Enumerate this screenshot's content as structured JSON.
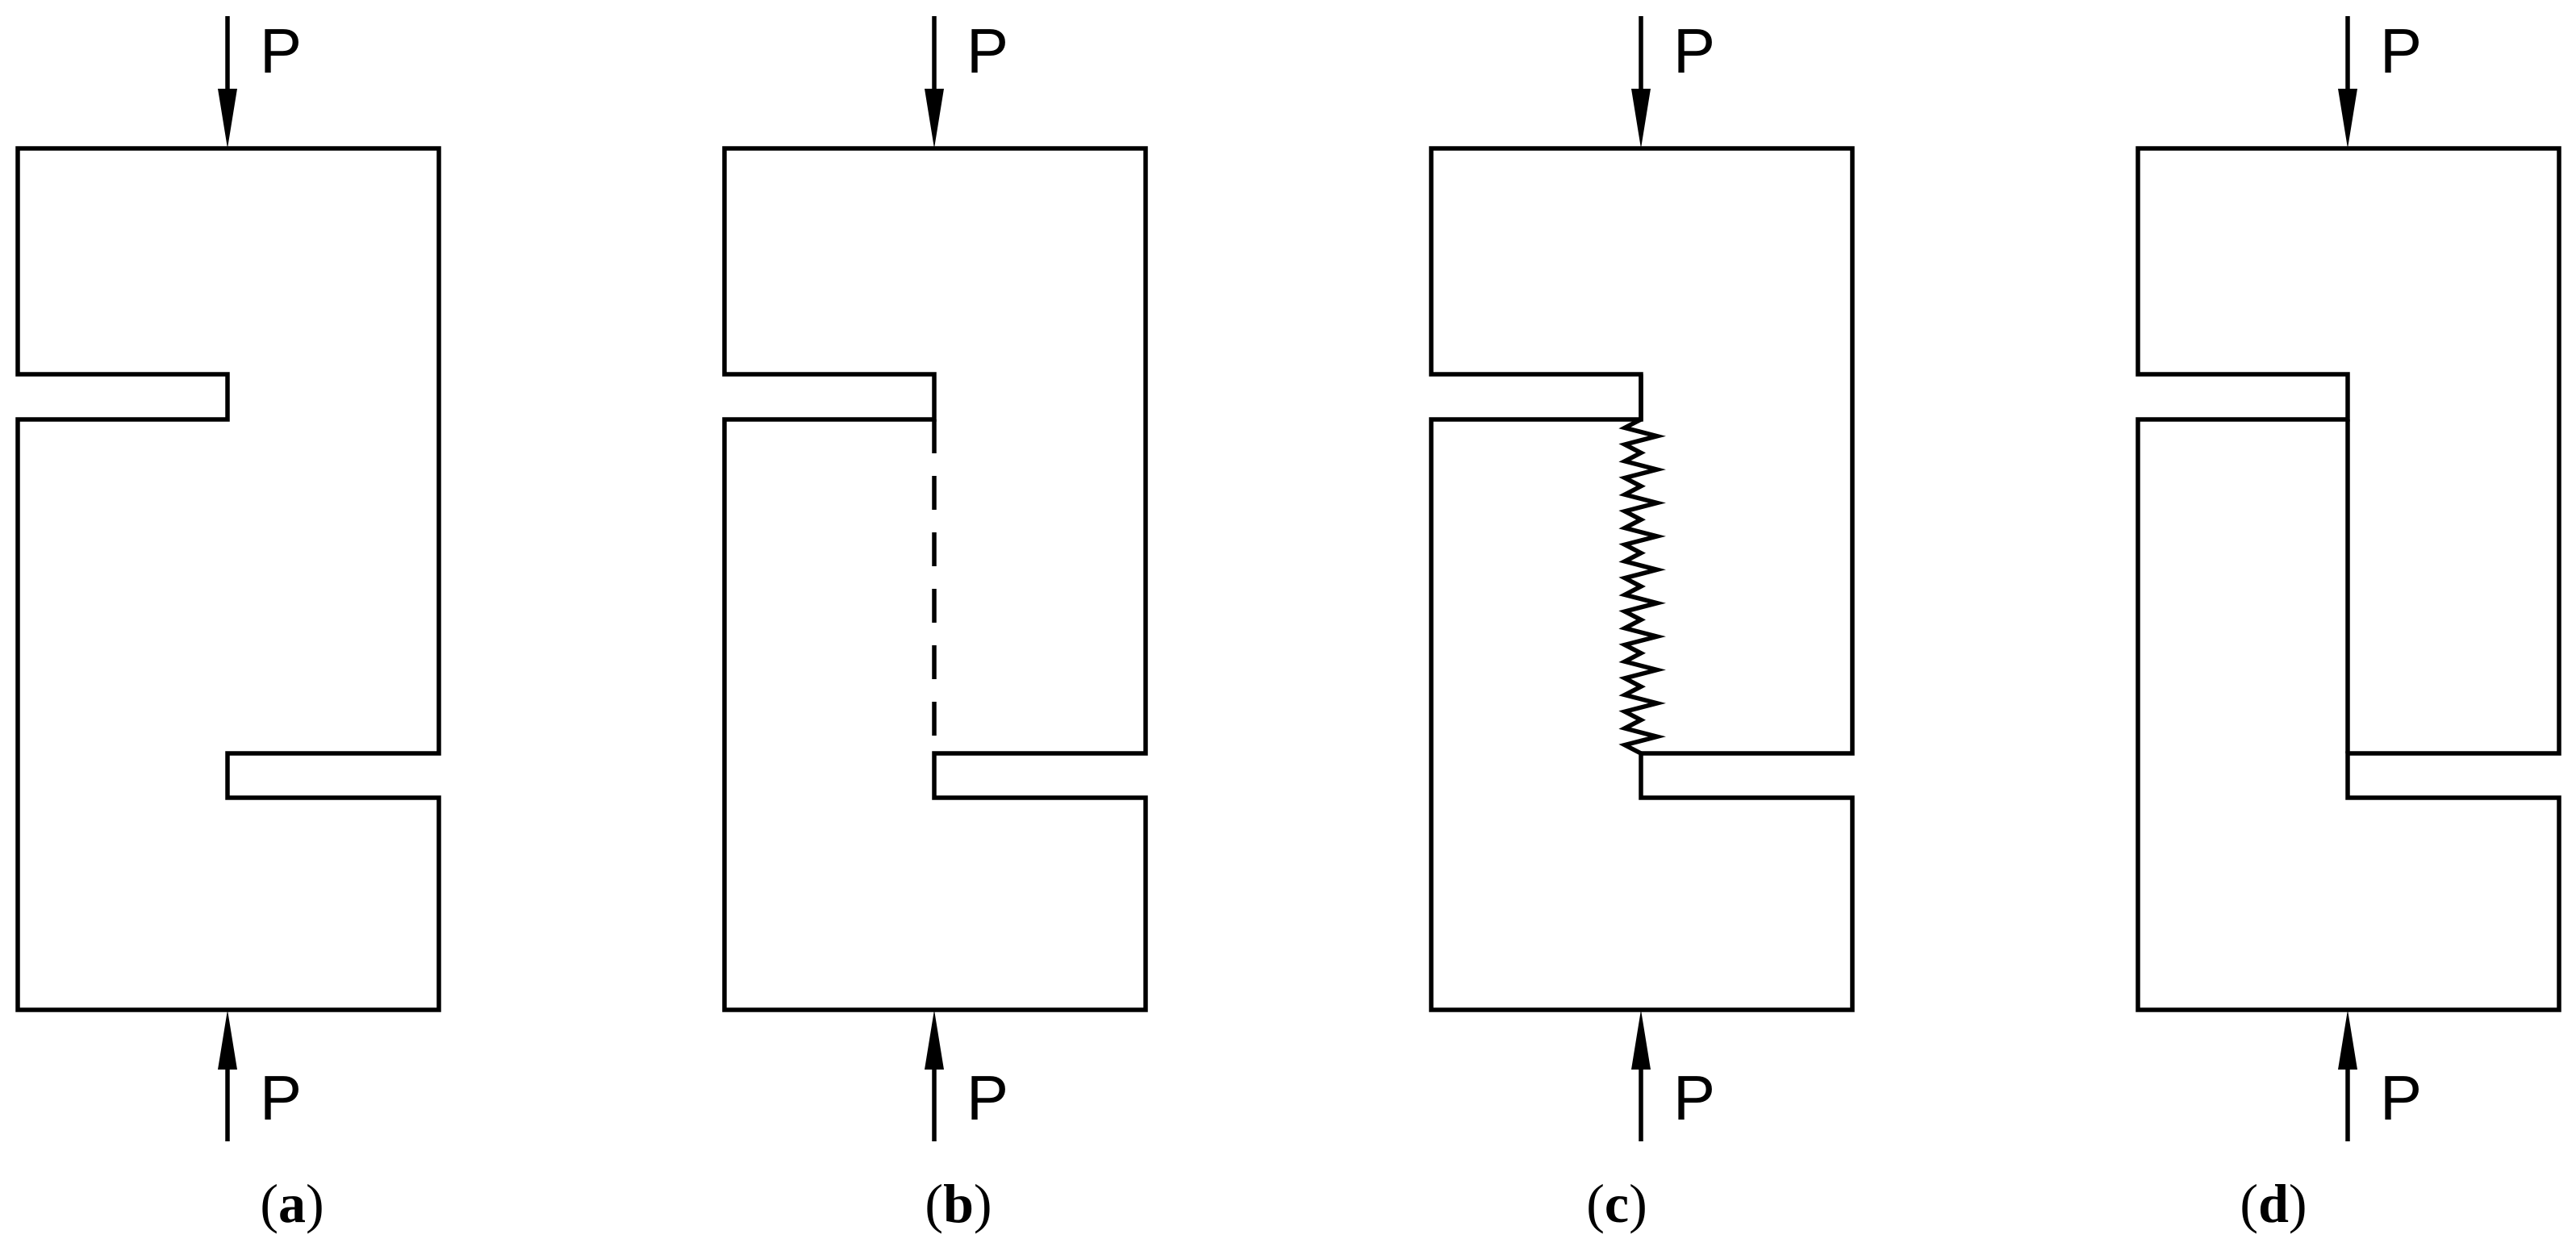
{
  "load_label": "P",
  "panels": [
    {
      "id": "a",
      "caption_open": "(",
      "caption_letter": "a",
      "caption_close": ")",
      "connection": "none"
    },
    {
      "id": "b",
      "caption_open": "(",
      "caption_letter": "b",
      "caption_close": ")",
      "connection": "dashed"
    },
    {
      "id": "c",
      "caption_open": "(",
      "caption_letter": "c",
      "caption_close": ")",
      "connection": "spring"
    },
    {
      "id": "d",
      "caption_open": "(",
      "caption_letter": "d",
      "caption_close": ")",
      "connection": "solid"
    }
  ],
  "colors": {
    "stroke": "#000000",
    "background": "#ffffff"
  }
}
